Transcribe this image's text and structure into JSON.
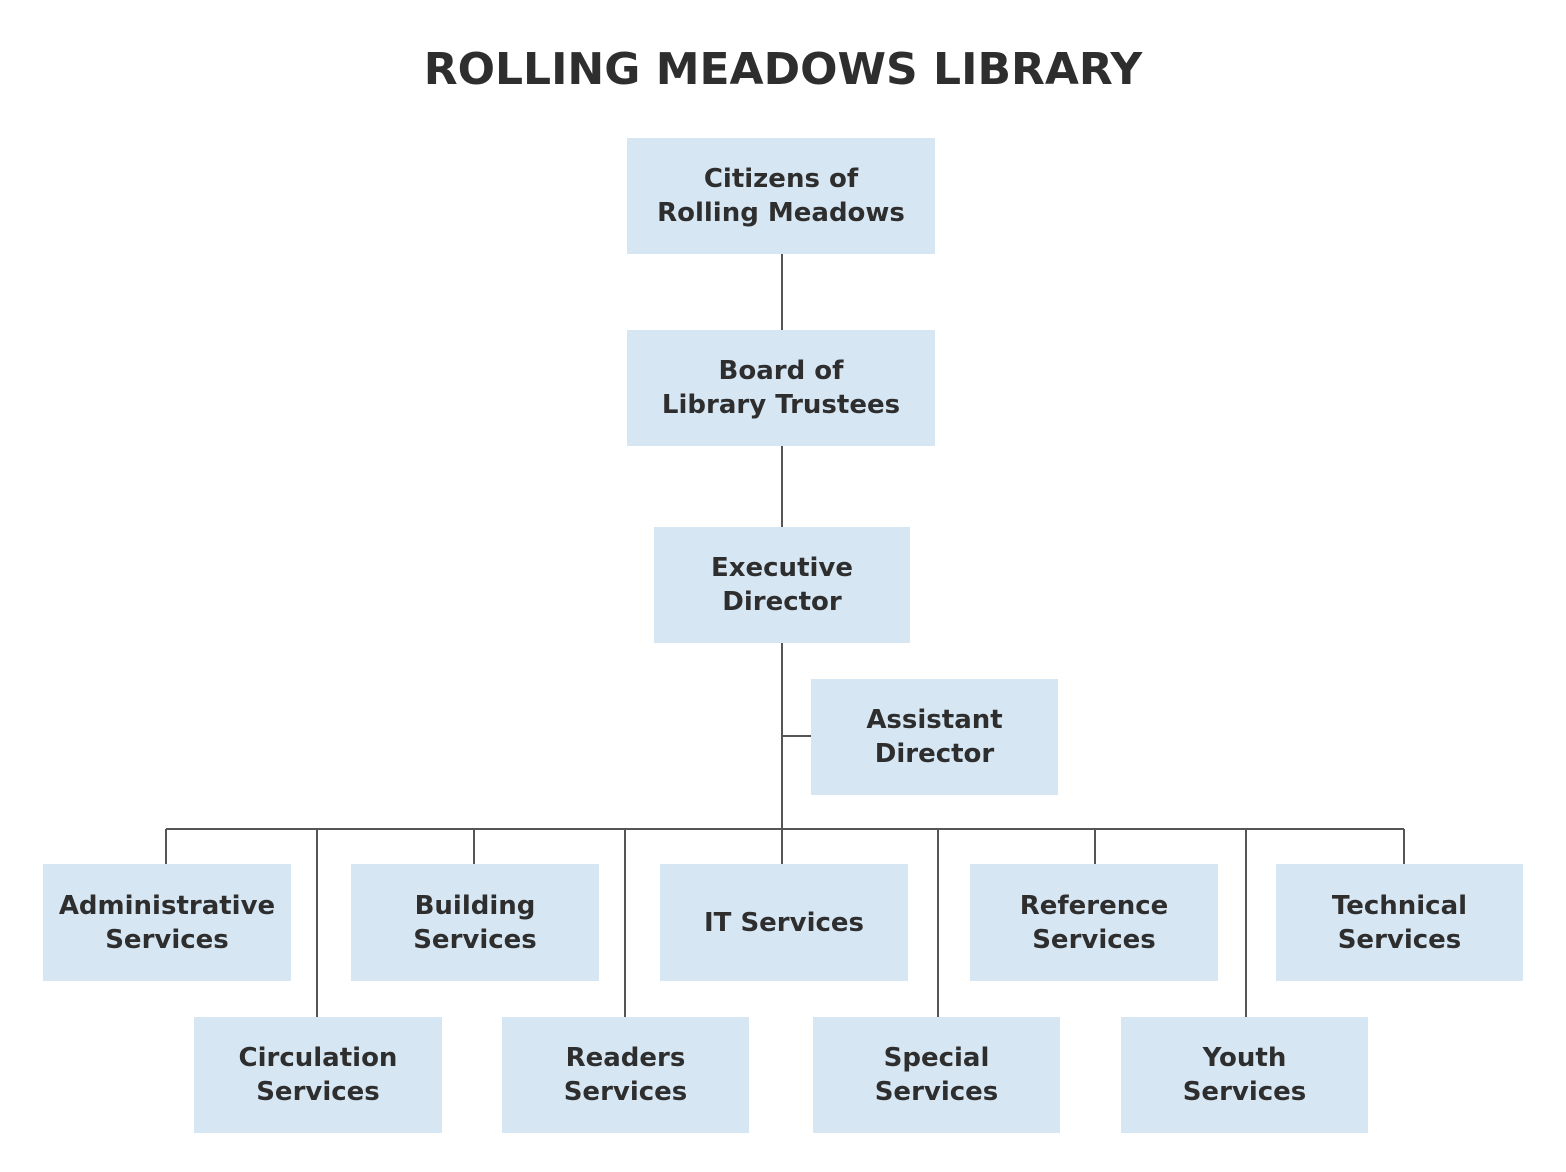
{
  "title": "ROLLING MEADOWS LIBRARY",
  "nodes": {
    "citizens": [
      "Citizens of",
      "Rolling Meadows"
    ],
    "board": [
      "Board of",
      "Library Trustees"
    ],
    "executive": [
      "Executive",
      "Director"
    ],
    "assistant": [
      "Assistant",
      "Director"
    ],
    "administrative": [
      "Administrative",
      "Services"
    ],
    "circulation": [
      "Circulation",
      "Services"
    ],
    "building": [
      "Building",
      "Services"
    ],
    "readers": [
      "Readers",
      "Services"
    ],
    "it": [
      "IT Services"
    ],
    "special": [
      "Special",
      "Services"
    ],
    "reference": [
      "Reference",
      "Services"
    ],
    "youth": [
      "Youth",
      "Services"
    ],
    "technical": [
      "Technical",
      "Services"
    ]
  },
  "colors": {
    "box_fill": "#d6e6f3",
    "text": "#2e2e2e",
    "connector": "#555555"
  }
}
